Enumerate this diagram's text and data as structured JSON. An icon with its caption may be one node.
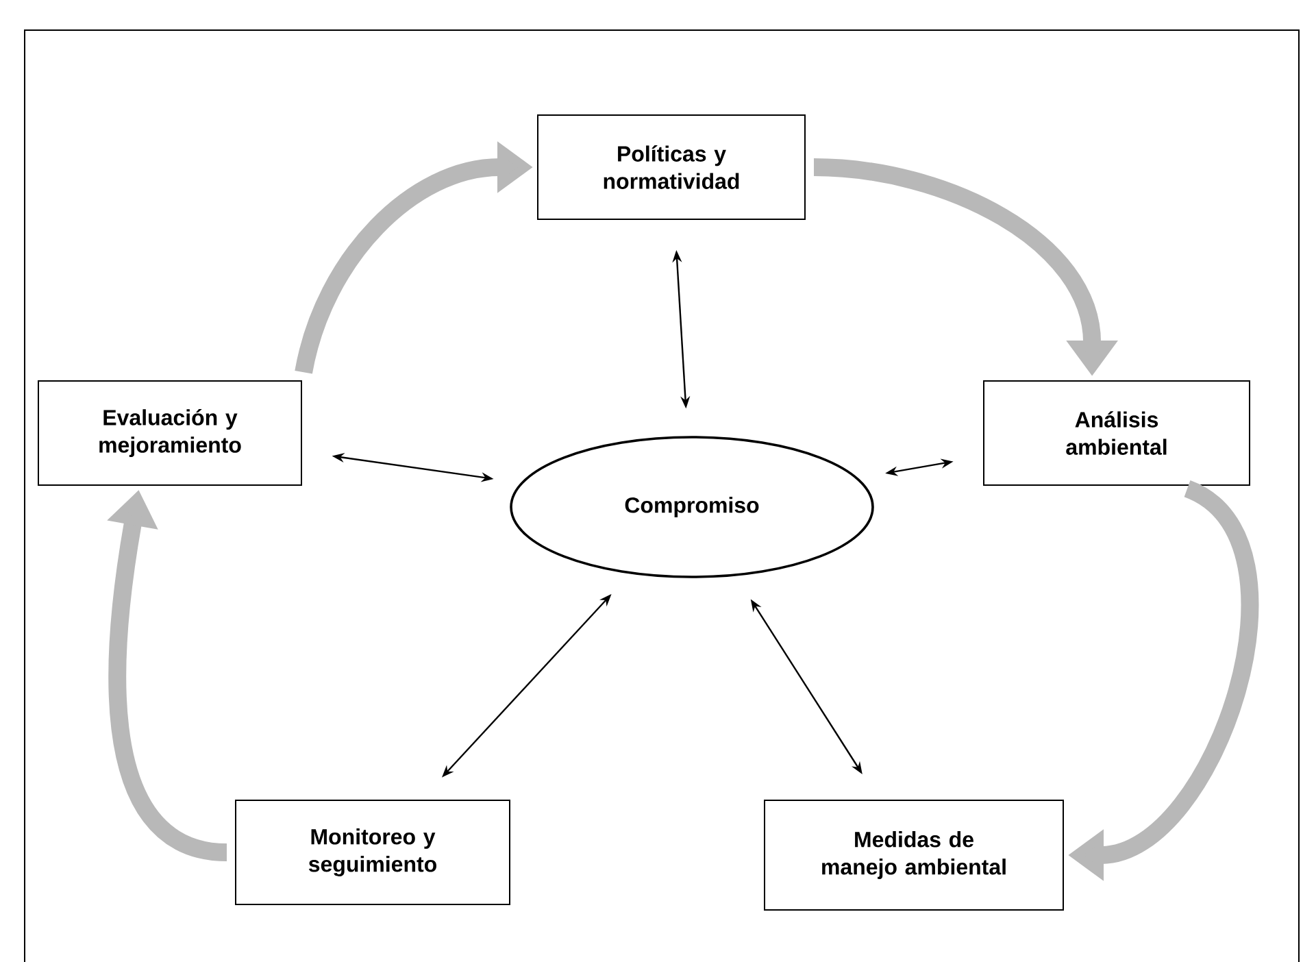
{
  "diagram": {
    "nodes": [
      {
        "text": [
          "Políticas y normatividad"
        ]
      },
      {
        "text": [
          "Evaluación y mejoramiento"
        ]
      },
      {
        "text": [
          "Análisis ambiental"
        ]
      },
      {
        "text": [
          "Monitoreo y seguimiento"
        ]
      },
      {
        "text": [
          "Medidas de manejo ambiental"
        ]
      },
      {
        "text": [
          "Compromiso"
        ]
      }
    ],
    "edges": [
      {
        "from": 0,
        "to": 5,
        "arrow": "both"
      },
      {
        "from": 1,
        "to": 5,
        "arrow": "both"
      },
      {
        "from": 2,
        "to": 5,
        "arrow": "both"
      },
      {
        "from": 3,
        "to": 5,
        "arrow": "both"
      },
      {
        "from": 4,
        "to": 5,
        "arrow": "both"
      },
      {
        "from": 1,
        "to": 0,
        "arrow": "to",
        "style": "thick",
        "color": "#b8b8b8"
      },
      {
        "from": 0,
        "to": 2,
        "arrow": "to",
        "style": "thick",
        "color": "#b8b8b8"
      },
      {
        "from": 2,
        "to": 4,
        "arrow": "to",
        "style": "thick",
        "color": "#b8b8b8"
      },
      {
        "from": 3,
        "to": 1,
        "arrow": "to",
        "style": "thick",
        "color": "#b8b8b8"
      }
    ]
  }
}
